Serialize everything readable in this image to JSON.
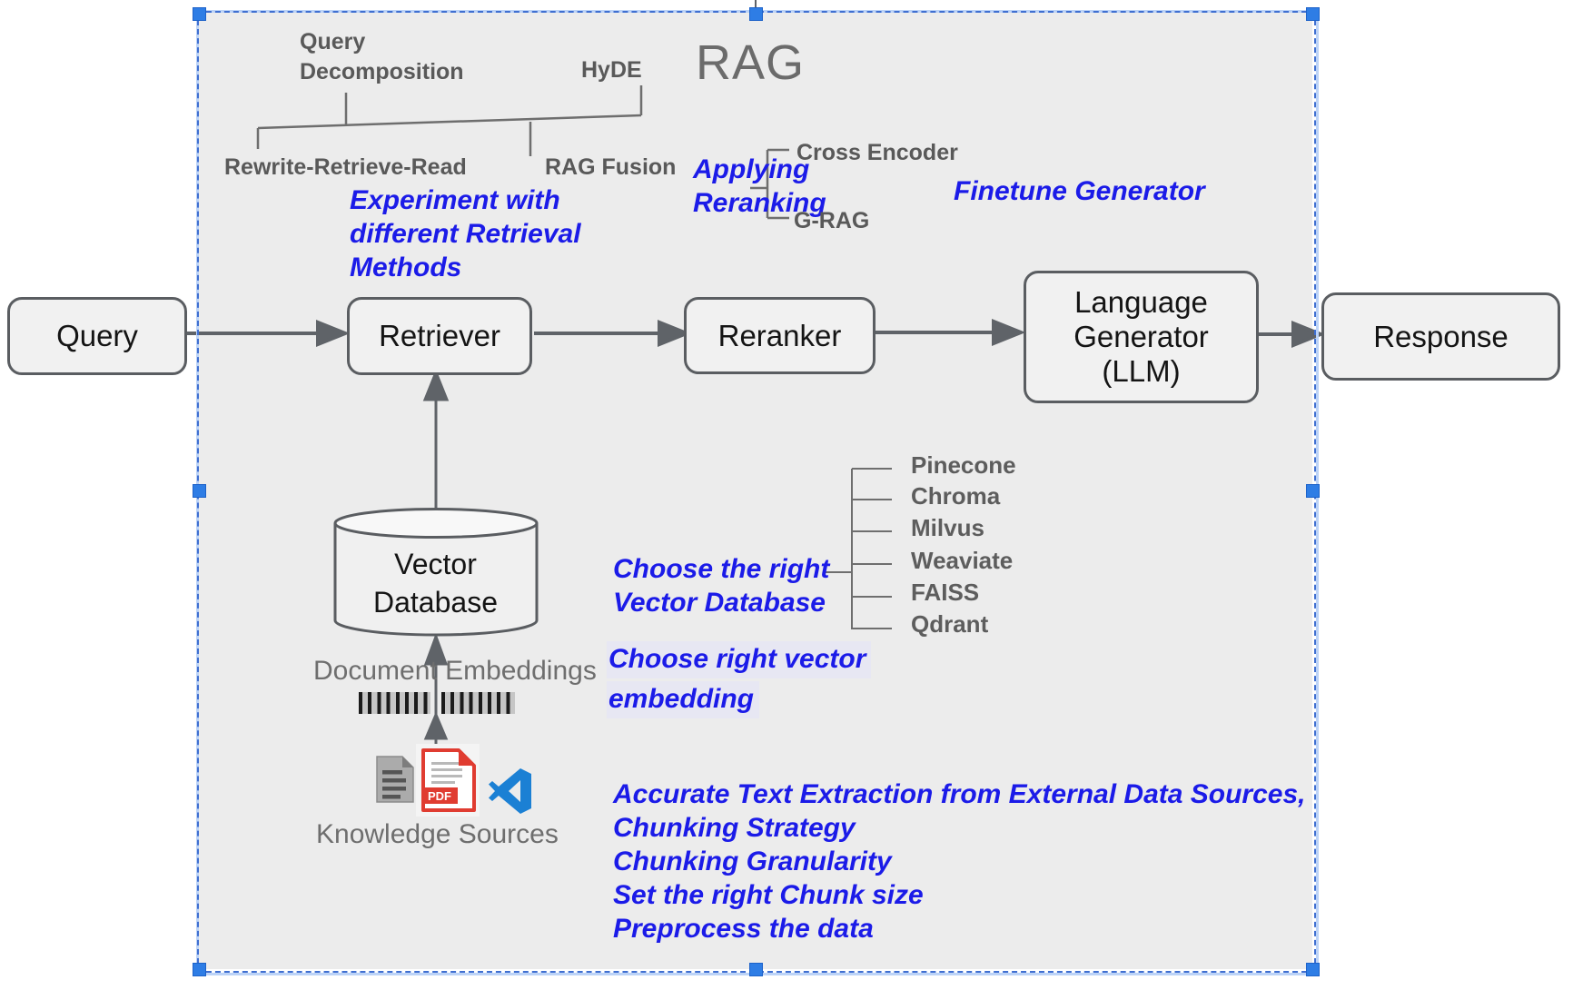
{
  "title": "RAG",
  "tree": {
    "parent1_lines": [
      "Query",
      "Decomposition"
    ],
    "parent2": "HyDE",
    "leaf1": "Rewrite-Retrieve-Read",
    "leaf2": "RAG Fusion"
  },
  "flow": {
    "query": "Query",
    "retriever": "Retriever",
    "reranker": "Reranker",
    "generator": "Language\nGenerator\n(LLM)",
    "response": "Response"
  },
  "notes": {
    "retrieval_lines": [
      "Experiment with",
      "different Retrieval",
      "Methods"
    ],
    "reranking_lines": [
      "Applying",
      "Reranking"
    ],
    "reranking_options": [
      "Cross Encoder",
      "G-RAG"
    ],
    "generator": "Finetune Generator",
    "vector_db_lines": [
      "Choose the right",
      "Vector Database"
    ],
    "embedding_lines": [
      "Choose right vector",
      "embedding"
    ],
    "ingestion_lines": [
      "Accurate Text Extraction from External Data Sources,",
      "Chunking Strategy",
      "Chunking Granularity",
      "Set the right Chunk size",
      "Preprocess the data"
    ]
  },
  "database": {
    "label": "Vector\nDatabase",
    "options": [
      "Pinecone",
      "Chroma",
      "Milvus",
      "Weaviate",
      "FAISS",
      "Qdrant"
    ]
  },
  "labels": {
    "embeddings": "Document Embeddings",
    "knowledge": "Knowledge Sources"
  },
  "icons": {
    "document": "document-icon",
    "pdf": "pdf-icon",
    "pdf_badge": "PDF",
    "vscode": "vscode-icon"
  },
  "colors": {
    "annotation_blue": "#1b1be8",
    "label_gray": "#595959",
    "panel_gray": "#ececec",
    "selection_blue": "#2e7de5",
    "arrow_gray": "#5f6368"
  }
}
